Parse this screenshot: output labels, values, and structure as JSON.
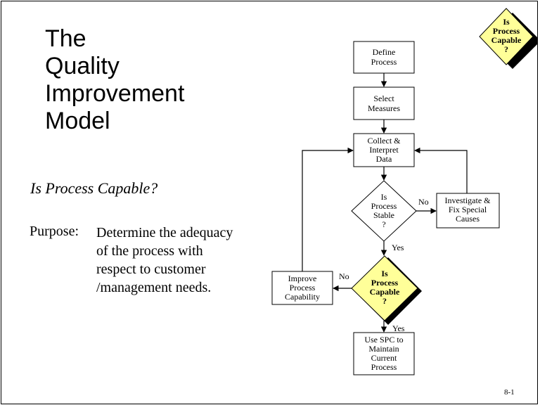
{
  "title_lines": [
    "The",
    "Quality",
    "Improvement",
    "Model"
  ],
  "subtitle": "Is Process Capable?",
  "purpose": {
    "label": "Purpose:",
    "lines": [
      "Determine the adequacy",
      "of the process with",
      "respect to customer",
      "/management needs."
    ]
  },
  "corner_badge": [
    "Is",
    "Process",
    "Capable",
    "?"
  ],
  "flowchart": {
    "define": [
      "Define",
      "Process"
    ],
    "select": [
      "Select",
      "Measures"
    ],
    "collect": [
      "Collect &",
      "Interpret",
      "Data"
    ],
    "stable": [
      "Is",
      "Process",
      "Stable",
      "?"
    ],
    "investigate": [
      "Investigate &",
      "Fix Special",
      "Causes"
    ],
    "capable": [
      "Is",
      "Process",
      "Capable",
      "?"
    ],
    "improve": [
      "Improve",
      "Process",
      "Capability"
    ],
    "spc": [
      "Use SPC to",
      "Maintain",
      "Current",
      "Process"
    ],
    "stable_no": "No",
    "stable_yes": "Yes",
    "capable_no": "No",
    "capable_yes": "Yes"
  },
  "colors": {
    "highlight": "#ffff99",
    "line": "#000000"
  },
  "page_number": "8-1"
}
